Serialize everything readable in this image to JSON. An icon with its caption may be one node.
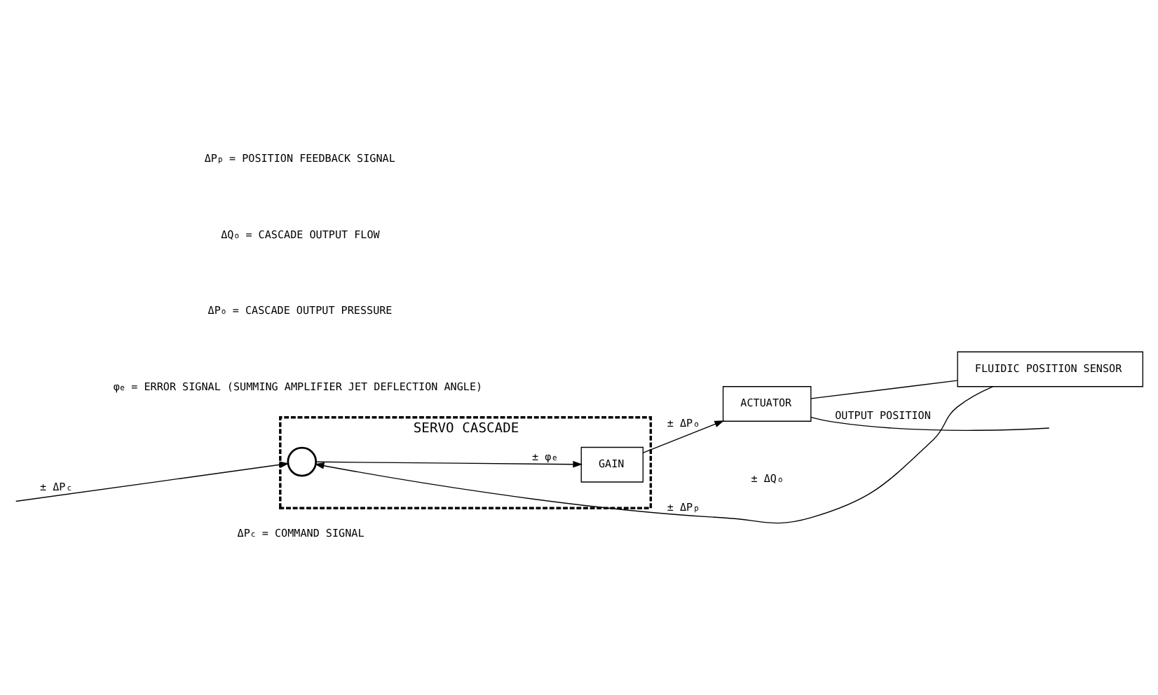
{
  "diagram": {
    "nodes": [
      {
        "text": [
          "SERVO CASCADE"
        ]
      },
      {
        "text": [],
        "shape": "circle",
        "in": 0
      },
      {
        "text": [
          "GAIN"
        ],
        "in": 0
      },
      {
        "text": [
          "ACTUATOR"
        ]
      },
      {
        "text": [
          "FLUIDIC POSITION SENSOR"
        ]
      }
    ],
    "edges": [
      {
        "from": null,
        "to": 1,
        "arrow": "to",
        "label": "± ΔP$_{c}$"
      },
      {
        "from": 1,
        "to": 2,
        "arrow": "to",
        "label": "± φ$_{e}$"
      },
      {
        "from": 2,
        "to": 3,
        "arrow": "to",
        "label": "± ΔP$_{o}$"
      },
      {
        "from": 3,
        "to": null,
        "arrow": "none",
        "label": "OUTPUT POSITION"
      },
      {
        "from": 3,
        "to": 4,
        "arrow": "none"
      },
      {
        "from": 4,
        "to": 1,
        "arrow": "to",
        "label": "± ΔP$_{p}$"
      }
    ],
    "labels": [
      "± ΔQ$_{o}$",
      "ΔP$_{c}$ = COMMAND SIGNAL",
      "φ$_{e}$ = ERROR SIGNAL (SUMMING AMPLIFIER JET DEFLECTION ANGLE)",
      "ΔP$_{o}$ = CASCADE OUTPUT PRESSURE",
      "ΔQ$_{o}$ = CASCADE OUTPUT FLOW",
      "ΔP$_{p}$ = POSITION FEEDBACK SIGNAL"
    ]
  }
}
